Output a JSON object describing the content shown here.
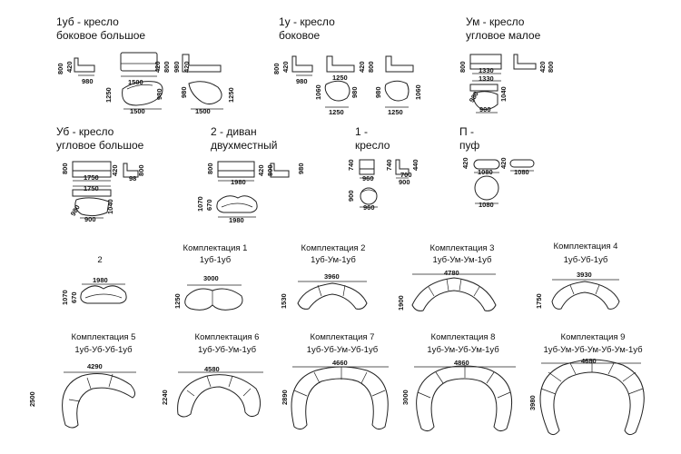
{
  "modules": {
    "m1ub": {
      "title1": "1уб - кресло",
      "title2": "боковое большое",
      "d800": "800",
      "d420": "420",
      "d980": "980",
      "d1500a": "1500",
      "d420b": "420",
      "d800b": "800",
      "d980b": "980",
      "d420c": "420",
      "d1250": "1250",
      "d980c": "980",
      "d1500b": "1500",
      "d980d": "980",
      "d1250b": "1250",
      "d1500c": "1500"
    },
    "m1u": {
      "title1": "1у - кресло",
      "title2": "боковое",
      "d800": "800",
      "d420": "420",
      "d980": "980",
      "d1250a": "1250",
      "d420b": "420",
      "d800b": "800",
      "d1060": "1060",
      "d980b": "980",
      "d1060b": "1060",
      "d1250b": "1250",
      "d1250c": "1250"
    },
    "mum": {
      "title1": "Ум - кресло",
      "title2": "угловое малое",
      "d800": "800",
      "d1330a": "1330",
      "d420": "420",
      "d800b": "800",
      "d1330b": "1330",
      "d980": "980",
      "d1040": "1040",
      "d900": "900"
    },
    "mub": {
      "title1": "Уб - кресло",
      "title2": "угловое большое",
      "d800": "800",
      "d1750a": "1750",
      "d420": "420",
      "d800b": "800",
      "d98": "98",
      "d1750b": "1750",
      "d980": "980",
      "d1040": "1040",
      "d900": "900"
    },
    "m2": {
      "title1": "2 - диван",
      "title2": "двухместный",
      "d800": "800",
      "d1980a": "1980",
      "d420": "420",
      "d800b": "800",
      "d980": "980",
      "d1070": "1070",
      "d670": "670",
      "d1980b": "1980"
    },
    "m1": {
      "title1": "1 -",
      "title2": "кресло",
      "d740": "740",
      "d960a": "960",
      "d740b": "740",
      "d700": "700",
      "d440": "440",
      "d900a": "900",
      "d900b": "900",
      "d960b": "960"
    },
    "mp": {
      "title1": "П -",
      "title2": "пуф",
      "d420": "420",
      "d1080a": "1080",
      "d420b": "420",
      "d1080b": "1080",
      "d1080c": "1080"
    }
  },
  "kits": {
    "k2": {
      "title": "",
      "sub": "2",
      "w": "1980",
      "h1": "1070",
      "h2": "670"
    },
    "k1": {
      "title": "Комплектация 1",
      "sub": "1уб-1уб",
      "w": "3000",
      "h": "1250"
    },
    "k2b": {
      "title": "Комплектация 2",
      "sub": "1уб-Ум-1уб",
      "w": "3960",
      "h": "1530"
    },
    "k3": {
      "title": "Комплектация 3",
      "sub": "1уб-Ум-Ум-1уб",
      "w": "4780",
      "h": "1900"
    },
    "k4": {
      "title": "Комплектация 4",
      "sub": "1уб-Уб-1уб",
      "w": "3930",
      "h": "1750"
    },
    "k5": {
      "title": "Комплектация 5",
      "sub": "1уб-Уб-Уб-1уб",
      "w": "4290",
      "h": "2500"
    },
    "k6": {
      "title": "Комплектация 6",
      "sub": "1уб-Уб-Ум-1уб",
      "w": "4580",
      "h": "2240"
    },
    "k7": {
      "title": "Комплектация 7",
      "sub": "1уб-Уб-Ум-Уб-1уб",
      "w": "4660",
      "h": "2890"
    },
    "k8": {
      "title": "Комплектация 8",
      "sub": "1уб-Ум-Уб-Ум-1уб",
      "w": "4860",
      "h": "3000"
    },
    "k9": {
      "title": "Комплектация 9",
      "sub": "1уб-Ум-Уб-Ум-Уб-Ум-1уб",
      "w": "4680",
      "h": "3980"
    }
  }
}
